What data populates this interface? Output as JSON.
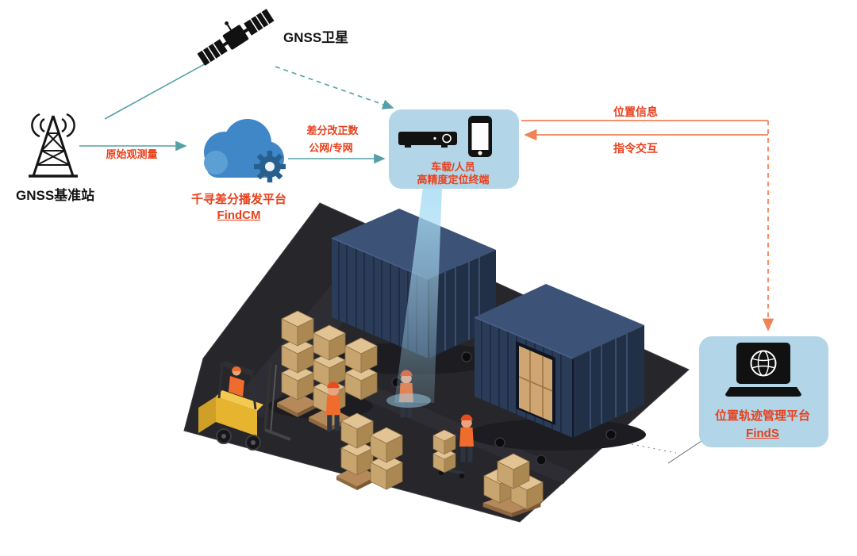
{
  "nodes": {
    "satellite": {
      "label": "GNSS卫星"
    },
    "base_station": {
      "label": "GNSS基准站"
    },
    "cloud_platform": {
      "line1": "千寻差分播发平台",
      "line2": "FindCM"
    },
    "terminal": {
      "line1": "车载/人员",
      "line2": "高精度定位终端"
    },
    "track_platform": {
      "line1": "位置轨迹管理平台",
      "line2": "FindS"
    }
  },
  "edges": {
    "raw_observation": "原始观测量",
    "diff_correction_line1": "差分改正数",
    "diff_correction_line2": "公网/专网",
    "position_info": "位置信息",
    "command_interaction": "指令交互"
  },
  "colors": {
    "label_red": "#e8401c",
    "line_teal": "#55a0a5",
    "arrow_orange": "#ef8354",
    "bubble_blue": "#b2d5e7",
    "cloud_blue": "#3f87c7",
    "gear_blue": "#27608f",
    "container_navy": "#2b3c59",
    "box_tan": "#cfa671",
    "forklift_yellow": "#e7b42f",
    "floor_dark": "#26262b",
    "beam_blue": "#aadcf5"
  },
  "icons": [
    "satellite-icon",
    "radio-tower-icon",
    "cloud-icon",
    "gear-icon",
    "receiver-box-icon",
    "smartphone-icon",
    "laptop-globe-icon",
    "container-icon",
    "forklift-icon",
    "worker-icon",
    "cargo-box-icon",
    "pallet-icon"
  ]
}
